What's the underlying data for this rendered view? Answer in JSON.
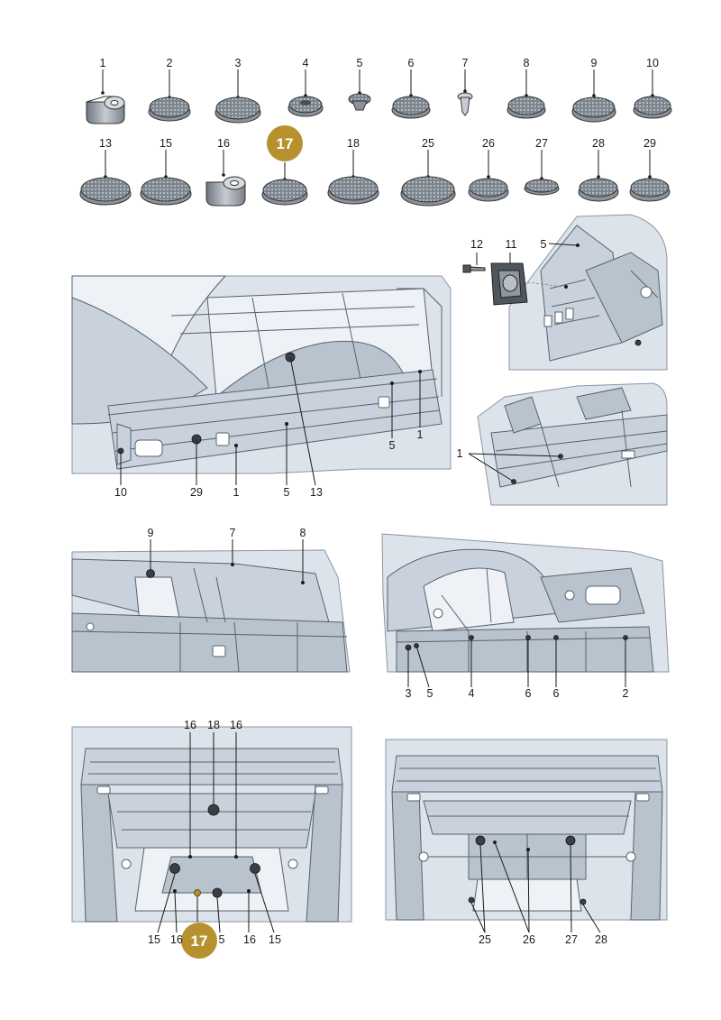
{
  "highlight_color": "#b8912f",
  "parts_top_row": [
    "1",
    "2",
    "3",
    "4",
    "5",
    "6",
    "7",
    "8",
    "9",
    "10"
  ],
  "parts_second_row": [
    "13",
    "15",
    "16",
    "17",
    "18",
    "25",
    "26",
    "27",
    "28",
    "29"
  ],
  "highlighted_part": "17",
  "views": {
    "rear_floor": {
      "callouts": [
        "10",
        "29",
        "1",
        "5",
        "13",
        "5",
        "1"
      ]
    },
    "bracket_detail": {
      "callouts": [
        "12",
        "11",
        "5"
      ]
    },
    "side_rail_detail": {
      "callouts": [
        "1"
      ]
    },
    "rear_panel_left": {
      "callouts": [
        "9",
        "7",
        "8"
      ]
    },
    "rear_panel_right": {
      "callouts": [
        "3",
        "5",
        "4",
        "6",
        "6",
        "2"
      ]
    },
    "underbody_left": {
      "callouts": [
        "16",
        "18",
        "16",
        "15",
        "16",
        "17",
        "5",
        "16",
        "15"
      ]
    },
    "underbody_right": {
      "callouts": [
        "25",
        "26",
        "27",
        "28"
      ]
    }
  }
}
